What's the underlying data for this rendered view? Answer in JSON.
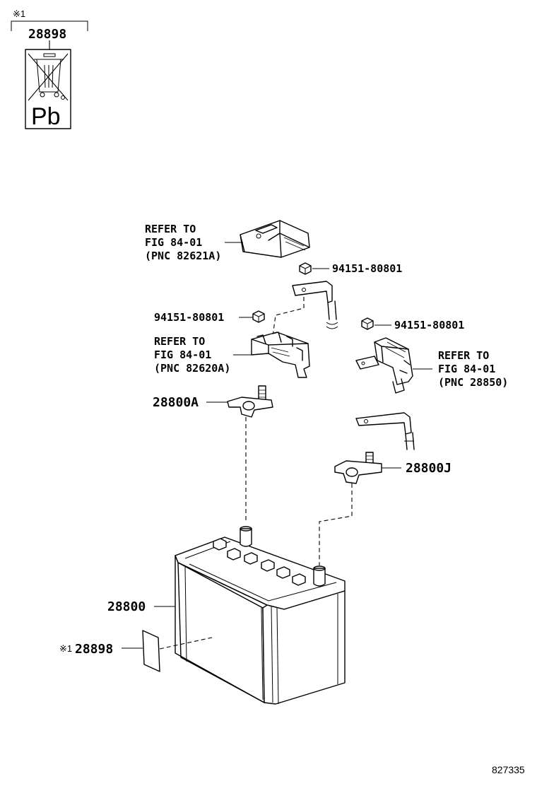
{
  "recycle_label": {
    "note_mark": "※1",
    "part_number": "28898",
    "symbol_text": "Pb"
  },
  "callouts": {
    "refer_82621a": [
      "REFER TO",
      "FIG 84-01",
      "(PNC 82621A)"
    ],
    "nut_top": "94151-80801",
    "nut_left": "94151-80801",
    "refer_82620a": [
      "REFER TO",
      "FIG 84-01",
      "(PNC 82620A)"
    ],
    "nut_right": "94151-80801",
    "refer_28850": [
      "REFER TO",
      "FIG 84-01",
      "(PNC 28850)"
    ],
    "terminal_a": "28800A",
    "terminal_j": "28800J",
    "battery": "28800",
    "label_note_mark": "※1",
    "label": "28898"
  },
  "illustration_number": "827335"
}
